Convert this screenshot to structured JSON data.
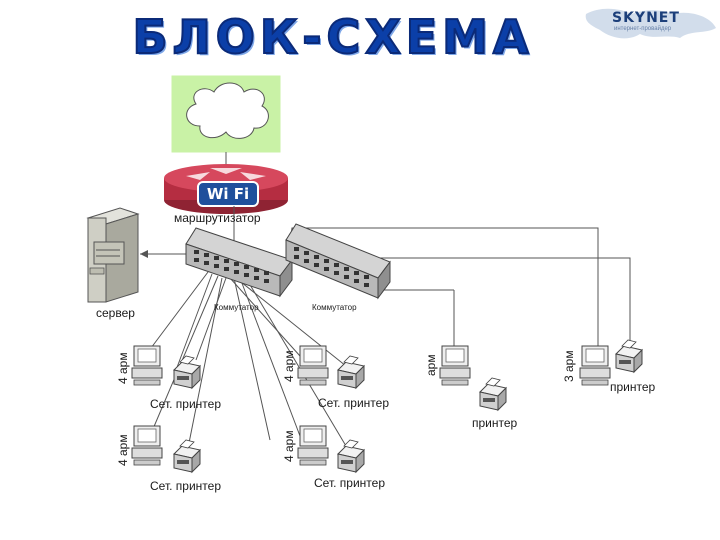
{
  "title": "БЛОК-СХЕМА",
  "logo": {
    "name": "SKYNET",
    "tagline": "интернет-провайдер"
  },
  "nodes": {
    "router_label": "маршрутизатор",
    "router_badge": "Wi Fi",
    "server_label": "сервер",
    "switch1_label": "Коммутатор",
    "switch2_label": "Коммутатор"
  },
  "workgroups": [
    {
      "seats": "4 арм",
      "printer": "Сет. принтер"
    },
    {
      "seats": "4 арм",
      "printer": "Сет. принтер"
    },
    {
      "seats": "4 арм",
      "printer": "Сет. принтер"
    },
    {
      "seats": "4 арм",
      "printer": "Сет. принтер"
    }
  ],
  "single": {
    "seats": "арм",
    "printer": "принтер"
  },
  "triple": {
    "seats": "3 арм",
    "printer": "принтер"
  },
  "colors": {
    "title": "#0b3fa8",
    "cloud": "#c9f2a6",
    "router": "#c8374b",
    "wifi": "#1f4f9c",
    "line": "#555555"
  }
}
